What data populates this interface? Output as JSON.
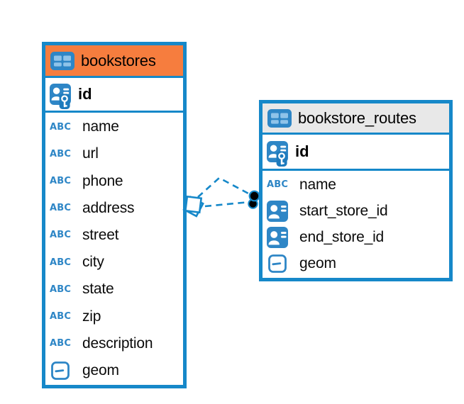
{
  "colors": {
    "accent_blue": "#1688c9",
    "icon_blue": "#2e86c6",
    "icon_blue_light": "#8fc3e9",
    "bookstores_header_bg": "#f67d3e",
    "bookstore_routes_header_bg": "#e8e8e8",
    "relationship_line": "#1688c9",
    "dot_marker_fill": "#000000",
    "text": "#000000"
  },
  "icons": {
    "text_type_label": "ABC"
  },
  "tables": {
    "bookstores": {
      "title": "bookstores",
      "primary_key": "id",
      "columns": [
        "name",
        "url",
        "phone",
        "address",
        "street",
        "city",
        "state",
        "zip",
        "description",
        "geom"
      ]
    },
    "bookstore_routes": {
      "title": "bookstore_routes",
      "primary_key": "id",
      "columns": [
        "name",
        "start_store_id",
        "end_store_id",
        "geom"
      ]
    }
  }
}
